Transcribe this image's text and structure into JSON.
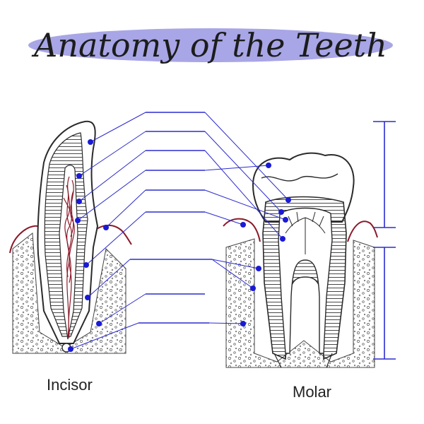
{
  "title": "Anatomy of the Teeth",
  "teeth": [
    {
      "name": "Incisor"
    },
    {
      "name": "Molar"
    }
  ],
  "colors": {
    "accent_oval": "#a8a6e6",
    "leader_line": "#2b2bd0",
    "leader_dot": "#1a1ad6",
    "gum": "#8b1a2a",
    "nerve": "#8b1a2a",
    "outline": "#2a2a2a"
  },
  "label_blanks_count": 9,
  "bracket_sections": 3
}
